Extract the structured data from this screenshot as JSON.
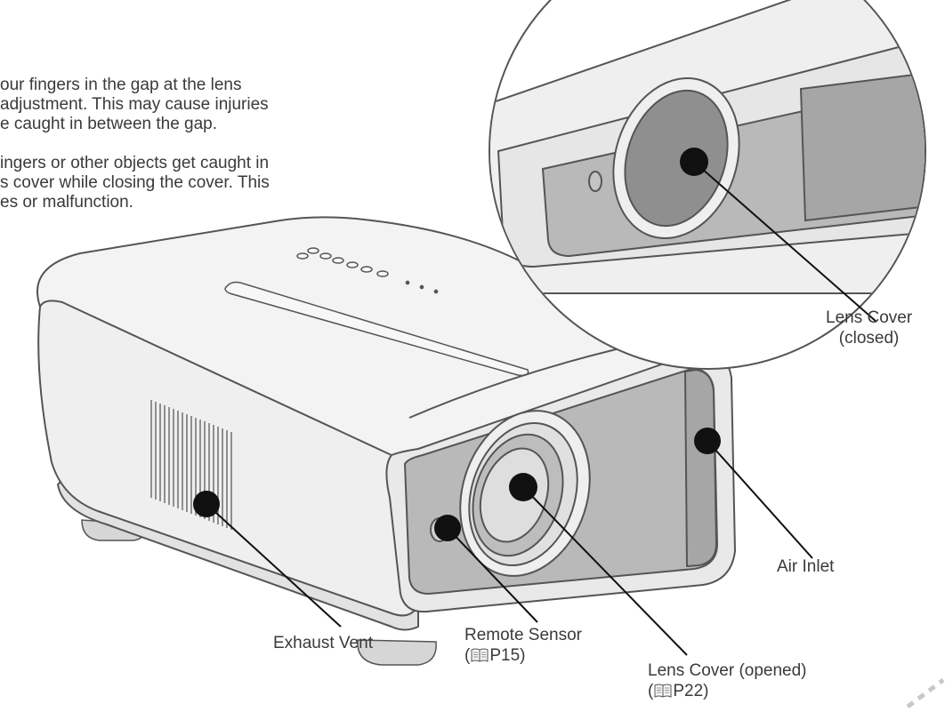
{
  "warnings": [
    "our fingers in the gap at the lens adjustment. This may cause injuries e caught in between the gap.",
    "ingers or other objects get caught in s cover while closing the cover. This es or malfunction."
  ],
  "warning_lines": [
    [
      "our fingers in the gap at the lens",
      "adjustment. This may cause injuries",
      "e caught in between the gap."
    ],
    [
      "ingers or other objects get caught in",
      "s cover while closing the cover. This",
      "es or malfunction."
    ]
  ],
  "labels": {
    "lens_cover_closed": {
      "line1": "Lens Cover",
      "line2": "(closed)"
    },
    "air_inlet": "Air Inlet",
    "exhaust_vent": "Exhaust Vent",
    "remote_sensor": {
      "line1": "Remote Sensor",
      "open": "(",
      "ref": "P15)"
    },
    "lens_cover_opened": {
      "line1": "Lens Cover (opened)",
      "open": "(",
      "ref": "P22)"
    }
  },
  "icons": [
    "book-reference-icon"
  ],
  "colors": {
    "body": "#ececec",
    "outline": "#555555",
    "panel": "#b9b9b9",
    "lens": "#8f8f8f",
    "marker": "#111111"
  }
}
